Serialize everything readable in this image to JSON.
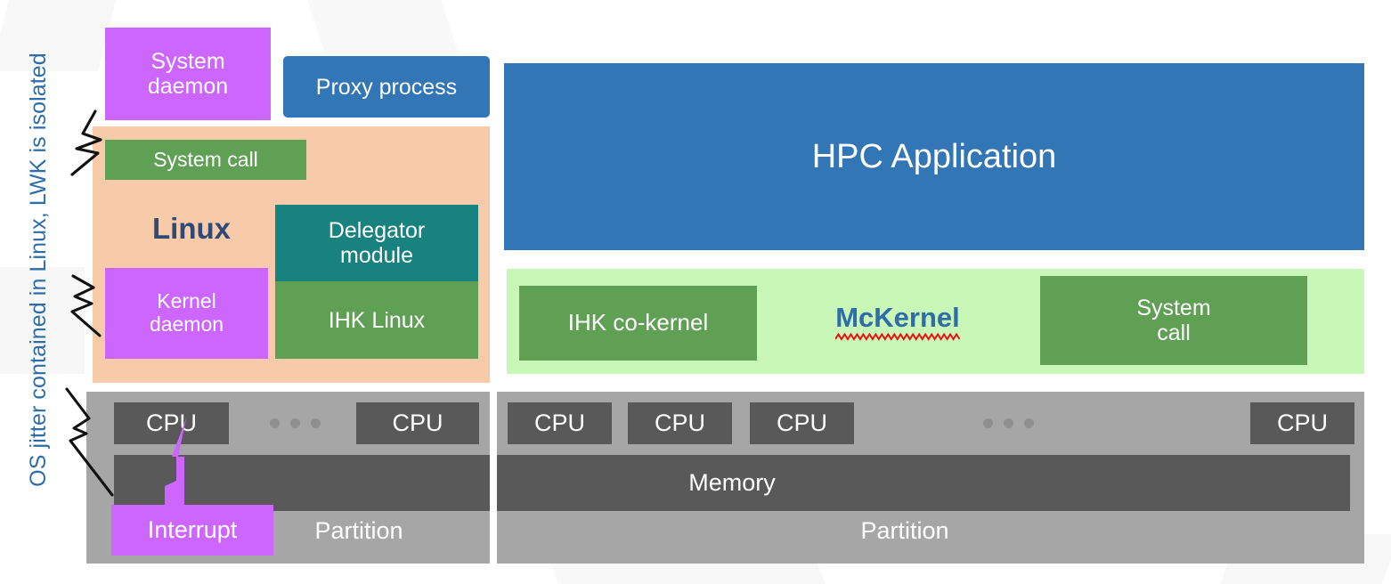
{
  "caption": {
    "vertical_text": "OS jitter contained in Linux, LWK is isolated",
    "color": "#2e6da8"
  },
  "colors": {
    "purple": "#cc66ff",
    "blue": "#3276b5",
    "peach": "#f7cbaa",
    "green": "#5fa055",
    "teal": "#17827e",
    "light_green": "#c9f7b8",
    "gray_band": "#a6a6a6",
    "dark_gray": "#595959",
    "label_blue": "#2e6da8",
    "linux_label": "#2e4a76",
    "spellcheck_red": "#ee1111"
  },
  "linux_side": {
    "system_daemon": "System\ndaemon",
    "proxy_process": "Proxy process",
    "panel_label": "Linux",
    "system_call": "System call",
    "delegator_module": "Delegator\nmodule",
    "ihk_linux": "IHK Linux",
    "kernel_daemon": "Kernel\ndaemon"
  },
  "lwk_side": {
    "hpc_application": "HPC Application",
    "ihk_cokernel": "IHK co-kernel",
    "mckernel": "McKernel",
    "system_call": "System\ncall"
  },
  "hardware": {
    "cpu_label": "CPU",
    "memory_label": "Memory",
    "partition_label": "Partition",
    "interrupt_label": "Interrupt",
    "ellipsis": "...",
    "left_partition": {
      "cpus": [
        "CPU",
        "CPU"
      ],
      "partition": "Partition"
    },
    "right_partition": {
      "cpus": [
        "CPU",
        "CPU",
        "CPU",
        "CPU"
      ],
      "partition": "Partition"
    }
  }
}
